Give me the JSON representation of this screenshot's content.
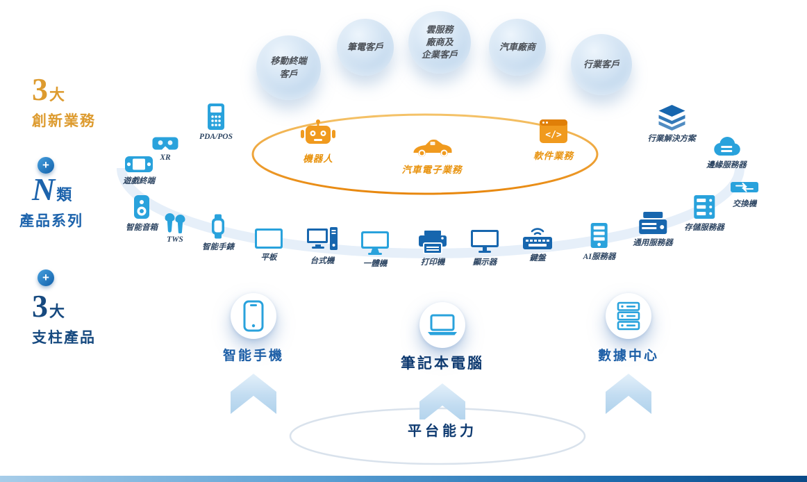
{
  "left_panel": {
    "innovation": {
      "number": "3",
      "unit": "大",
      "text": "創新業務"
    },
    "plus": "+",
    "series": {
      "number": "N",
      "unit": "類",
      "text": "產品系列"
    },
    "pillars": {
      "number": "3",
      "unit": "大",
      "text": "支柱產品"
    }
  },
  "customers": [
    {
      "label": "移動終端\n客戶"
    },
    {
      "label": "筆電客戶"
    },
    {
      "label": "雲服務\n廠商及\n企業客戶"
    },
    {
      "label": "汽車廠商"
    },
    {
      "label": "行業客戶"
    }
  ],
  "innovations": [
    {
      "label": "機器人",
      "icon": "robot"
    },
    {
      "label": "汽車電子業務",
      "icon": "car"
    },
    {
      "label": "軟件業務",
      "icon": "software"
    }
  ],
  "products": [
    {
      "label": "遊戲終端",
      "icon": "game-console"
    },
    {
      "label": "XR",
      "icon": "vr-headset"
    },
    {
      "label": "PDA/POS",
      "icon": "pos-terminal"
    },
    {
      "label": "智能音箱",
      "icon": "smart-speaker"
    },
    {
      "label": "TWS",
      "icon": "earbuds"
    },
    {
      "label": "智能手錶",
      "icon": "smartwatch"
    },
    {
      "label": "平板",
      "icon": "tablet"
    },
    {
      "label": "台式機",
      "icon": "desktop-pc"
    },
    {
      "label": "一體機",
      "icon": "all-in-one"
    },
    {
      "label": "打印機",
      "icon": "printer"
    },
    {
      "label": "顯示器",
      "icon": "monitor"
    },
    {
      "label": "鍵盤",
      "icon": "keyboard"
    },
    {
      "label": "AI服務器",
      "icon": "ai-server"
    },
    {
      "label": "通用服務器",
      "icon": "general-server"
    },
    {
      "label": "存儲服務器",
      "icon": "storage-server"
    },
    {
      "label": "交換機",
      "icon": "network-switch"
    },
    {
      "label": "邊緣服務器",
      "icon": "edge-server"
    },
    {
      "label": "行業解決方案",
      "icon": "solution-layers"
    }
  ],
  "pillar_products": [
    {
      "label": "智能手機",
      "icon": "smartphone"
    },
    {
      "label": "筆記本電腦",
      "icon": "laptop"
    },
    {
      "label": "數據中心",
      "icon": "data-center"
    }
  ],
  "platform": {
    "label": "平台能力"
  },
  "colors": {
    "accent_orange": "#f09a1e",
    "icon_blue_light": "#29a2dc",
    "icon_blue_dark": "#1766ae",
    "heading_gold": "#dd9b2f",
    "heading_blue": "#1c63ac",
    "heading_navy": "#16497f",
    "pillar_text_blue": "#1c5ea6",
    "pillar_text_navy": "#0e3a70"
  }
}
